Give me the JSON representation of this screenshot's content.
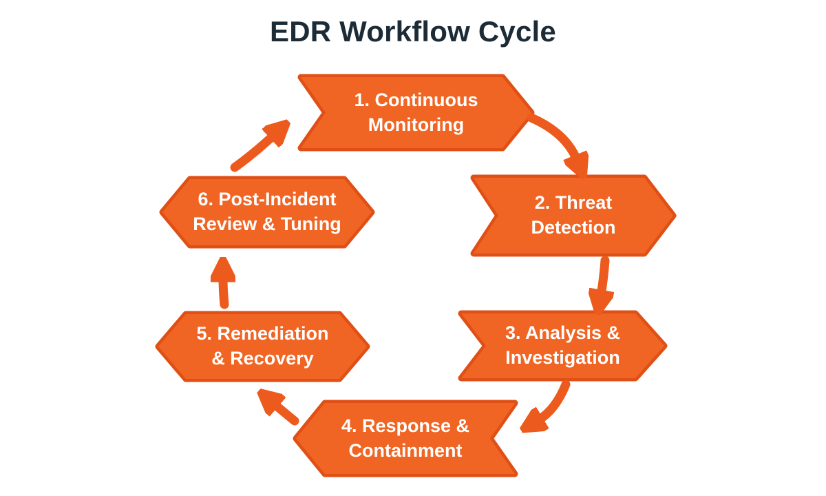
{
  "title": "EDR Workflow Cycle",
  "colors": {
    "background": "#ffffff",
    "title_text": "#1c2b36",
    "shape_fill": "#f06523",
    "shape_border": "#e04f15",
    "arrow": "#ed5a1d",
    "label_text": "#ffffff"
  },
  "steps": [
    {
      "label": "1. Continuous\nMonitoring"
    },
    {
      "label": "2. Threat\nDetection"
    },
    {
      "label": "3. Analysis &\nInvestigation"
    },
    {
      "label": "4. Response &\nContainment"
    },
    {
      "label": "5. Remediation\n& Recovery"
    },
    {
      "label": "6. Post-Incident\nReview & Tuning"
    }
  ]
}
